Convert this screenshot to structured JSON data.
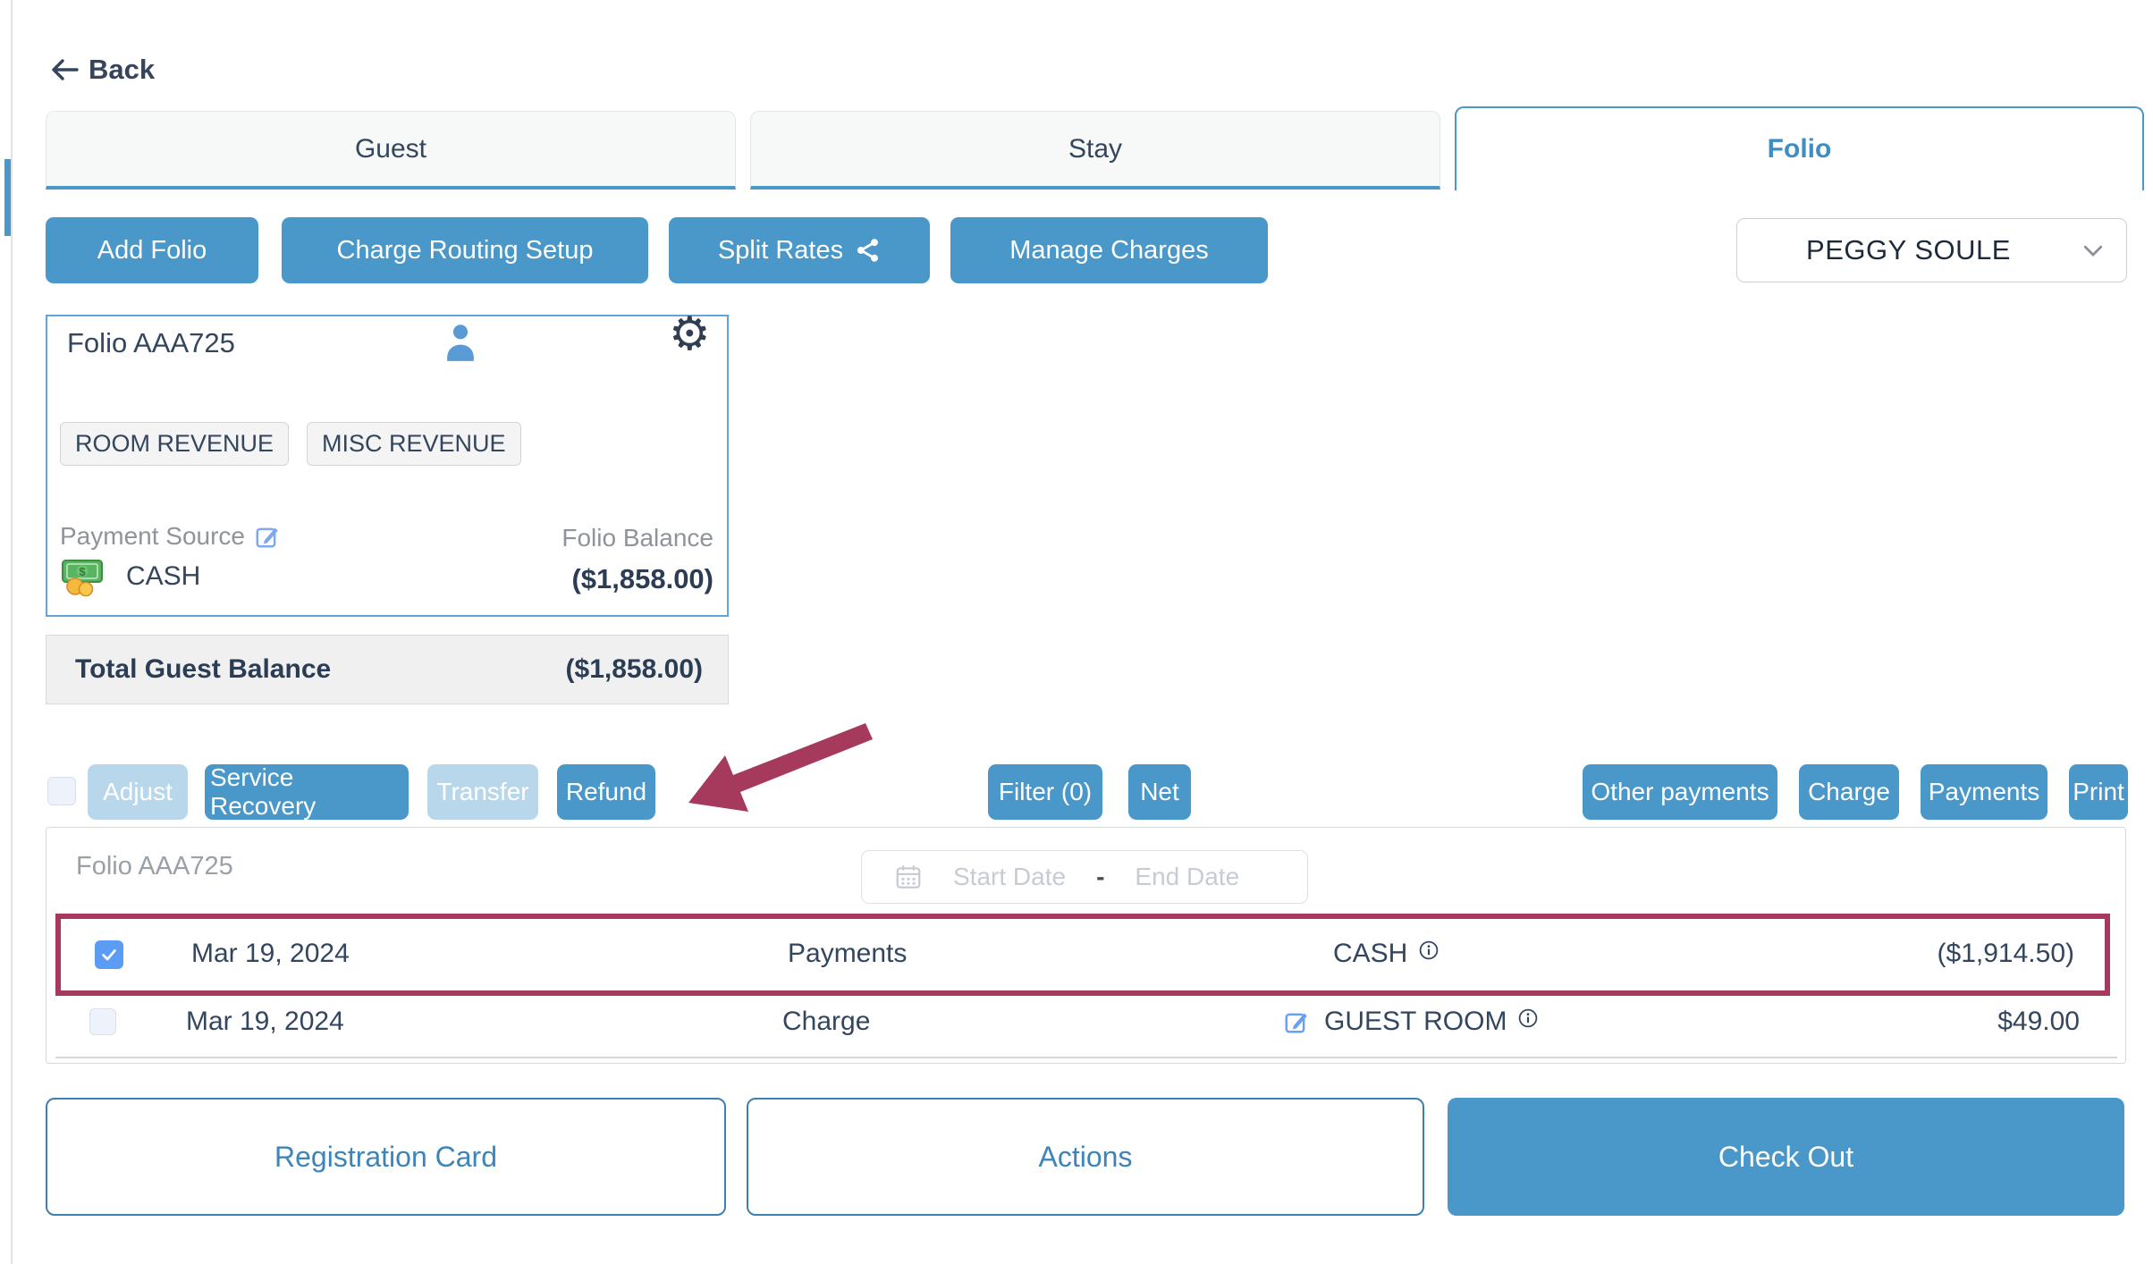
{
  "colors": {
    "primary_blue": "#4a97ca",
    "disabled_blue": "#b9d7ea",
    "highlight_maroon": "#a63a5d",
    "text_dark": "#33465e",
    "checkbox_checked": "#5b9cf4"
  },
  "icons": {
    "gear_glyph": "⚙"
  },
  "nav": {
    "back_label": "Back"
  },
  "tabs": {
    "guest": "Guest",
    "stay": "Stay",
    "folio": "Folio"
  },
  "toolbar": {
    "add_folio": "Add Folio",
    "charge_routing": "Charge Routing Setup",
    "split_rates": "Split Rates",
    "manage_charges": "Manage Charges"
  },
  "guest_select": {
    "value": "PEGGY SOULE"
  },
  "folio_card": {
    "title": "Folio AAA725",
    "badges": [
      "ROOM REVENUE",
      "MISC REVENUE"
    ],
    "payment_source_label": "Payment Source",
    "payment_source_value": "CASH",
    "balance_label": "Folio Balance",
    "balance_value": "($1,858.00)"
  },
  "total": {
    "label": "Total Guest Balance",
    "value": "($1,858.00)"
  },
  "actions": {
    "adjust": "Adjust",
    "service_recovery": "Service Recovery",
    "transfer": "Transfer",
    "refund": "Refund",
    "filter": "Filter (0)",
    "net": "Net",
    "other_payments": "Other payments",
    "charge": "Charge",
    "payments": "Payments",
    "print": "Print"
  },
  "ledger": {
    "folio_label": "Folio AAA725",
    "date_range": {
      "start_placeholder": "Start Date",
      "separator": "-",
      "end_placeholder": "End Date"
    },
    "rows": [
      {
        "date": "Mar 19, 2024",
        "type": "Payments",
        "description": "CASH",
        "amount": "($1,914.50)"
      },
      {
        "date": "Mar 19, 2024",
        "type": "Charge",
        "description": "GUEST ROOM",
        "amount": "$49.00"
      }
    ]
  },
  "footer": {
    "registration_card": "Registration Card",
    "actions": "Actions",
    "check_out": "Check Out"
  }
}
